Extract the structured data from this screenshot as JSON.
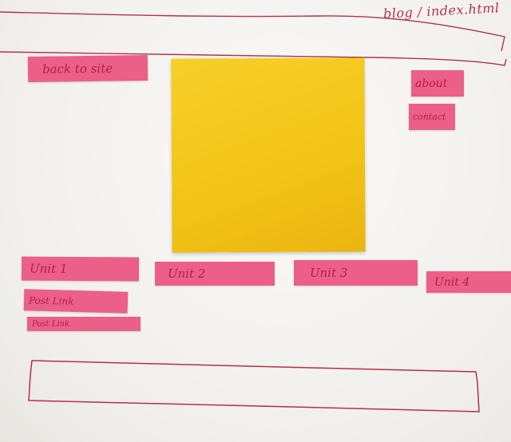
{
  "header": {
    "path_label": "blog / index.html"
  },
  "nav": {
    "back_to_site": "back to site",
    "about": "about",
    "contact": "contact"
  },
  "units": [
    {
      "label": "Unit 1"
    },
    {
      "label": "Unit 2"
    },
    {
      "label": "Unit 3"
    },
    {
      "label": "Unit 4"
    }
  ],
  "posts": [
    {
      "label": "Post Link"
    },
    {
      "label": "Post Link"
    }
  ],
  "colors": {
    "sticky_pink": "#ec5f88",
    "sticky_ink": "#b51e4a",
    "hero_yellow": "#f3c316",
    "pen_red": "#b5304a"
  }
}
